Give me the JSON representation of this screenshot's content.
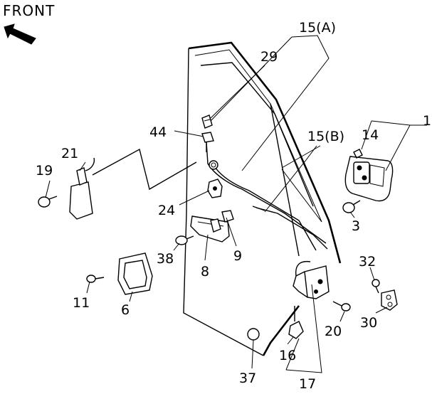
{
  "orientation": {
    "label": "FRONT",
    "icon": "arrow-up-left-icon"
  },
  "callouts": {
    "c15A": "15(A)",
    "c29": "29",
    "c44": "44",
    "c21": "21",
    "c19": "19",
    "c24": "24",
    "c15B": "15(B)",
    "c14": "14",
    "c1": "1",
    "c3": "3",
    "c38": "38",
    "c8": "8",
    "c9": "9",
    "c11": "11",
    "c6": "6",
    "c32": "32",
    "c30": "30",
    "c20": "20",
    "c16": "16",
    "c37": "37",
    "c17": "17"
  }
}
